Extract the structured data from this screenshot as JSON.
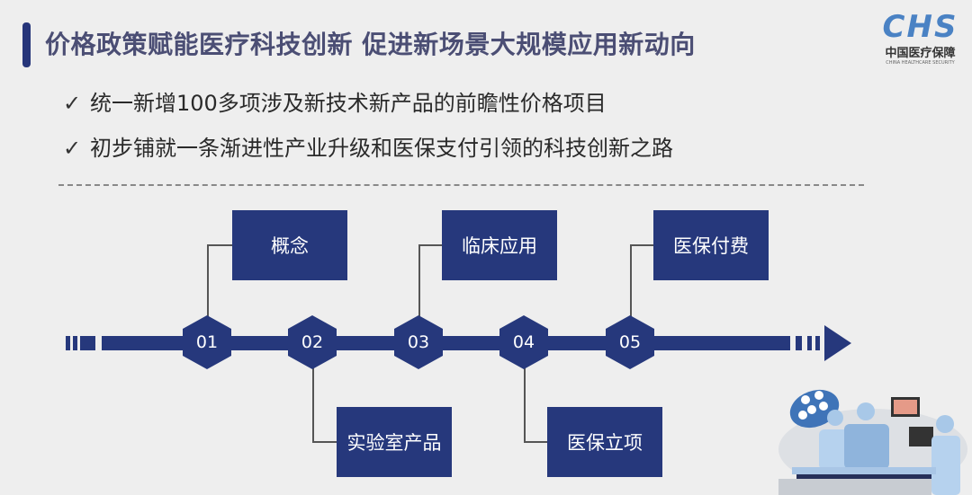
{
  "header": {
    "title": "价格政策赋能医疗科技创新  促进新场景大规模应用新动向"
  },
  "logo": {
    "mark": "CHS",
    "cn": "中国医疗保障",
    "en": "CHINA HEALTHCARE SECURITY"
  },
  "bullets": [
    {
      "icon": "check-icon",
      "text": "统一新增100多项涉及新技术新产品的前瞻性价格项目"
    },
    {
      "icon": "check-icon",
      "text": "初步铺就一条渐进性产业升级和医保支付引领的科技创新之路"
    }
  ],
  "check_glyph": "✓",
  "timeline": {
    "steps": [
      {
        "num": "01",
        "label": "概念"
      },
      {
        "num": "02",
        "label": "实验室产品"
      },
      {
        "num": "03",
        "label": "临床应用"
      },
      {
        "num": "04",
        "label": "医保立项"
      },
      {
        "num": "05",
        "label": "医保付费"
      }
    ]
  },
  "colors": {
    "navy": "#26387c",
    "title": "#4b4e74",
    "logo": "#4a82c4"
  }
}
